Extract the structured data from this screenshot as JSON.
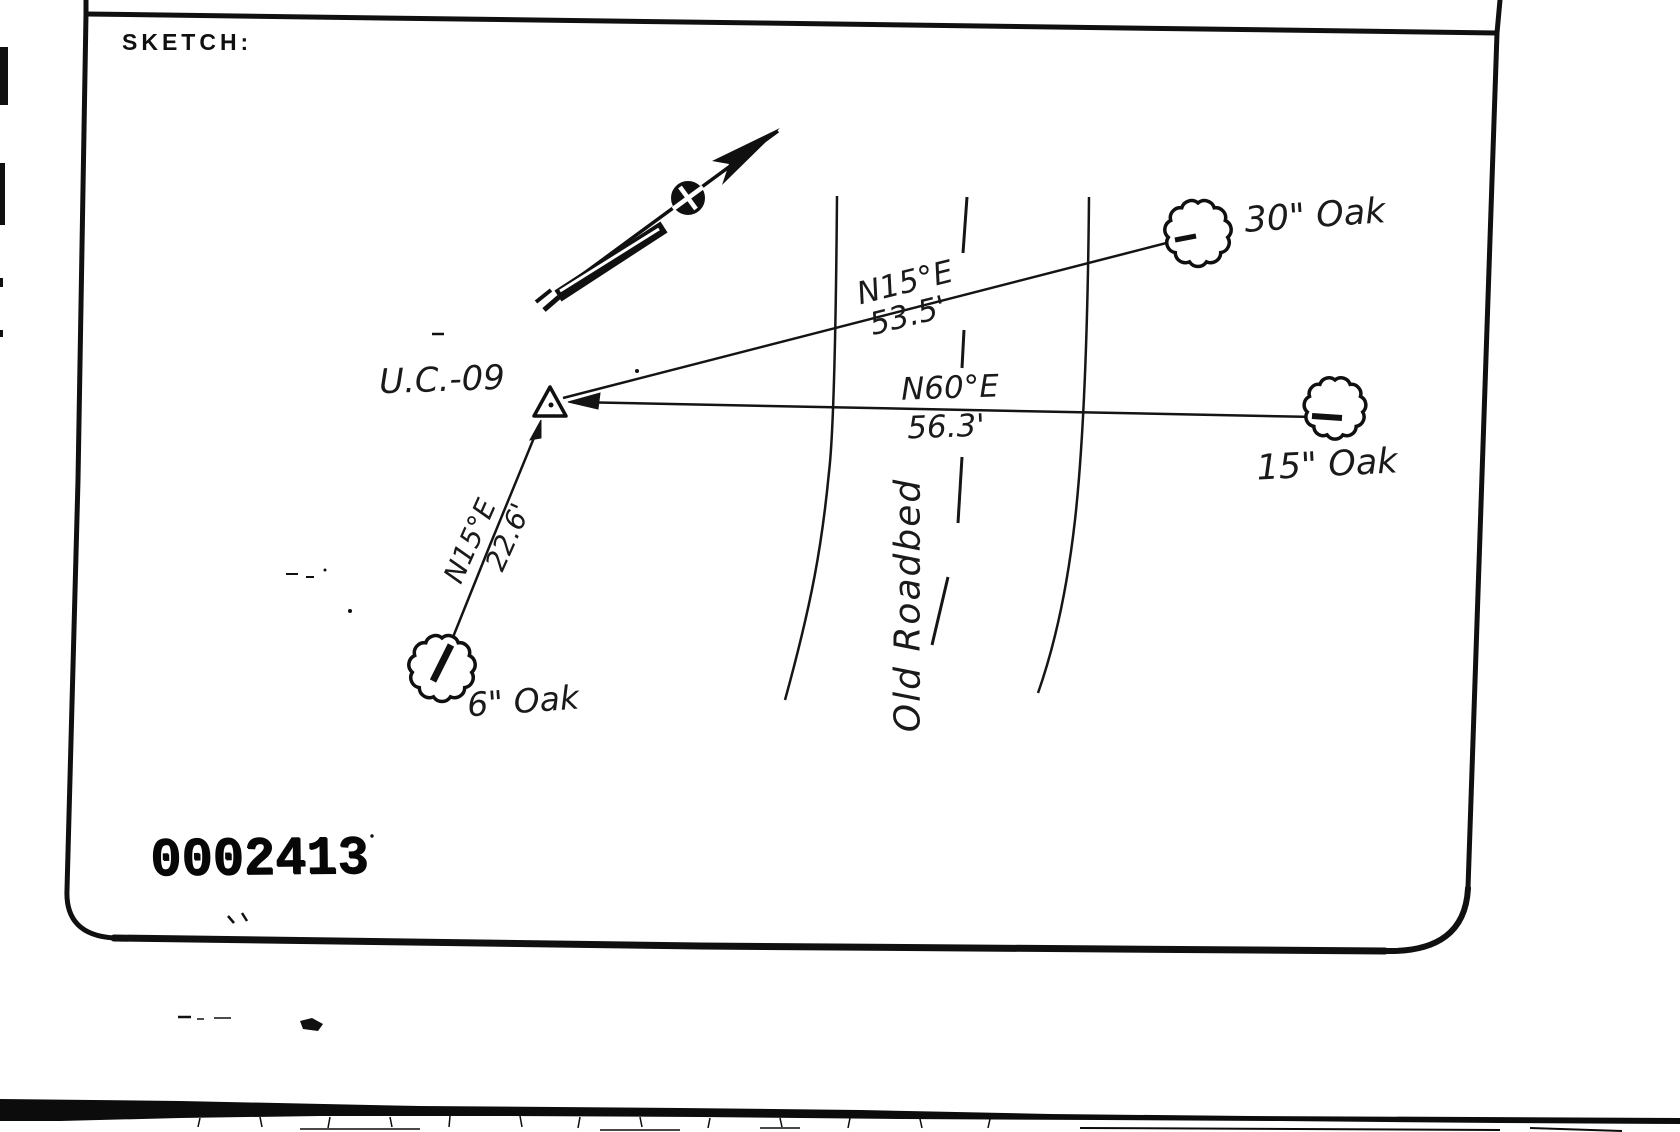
{
  "frame": {
    "title": "SKETCH:"
  },
  "sketch": {
    "station": {
      "name": "U.C.-09"
    },
    "lines": [
      {
        "to": "30\" Oak",
        "bearing": "N15°E",
        "distance": "53.5'"
      },
      {
        "to": "15\" Oak",
        "bearing": "N60°E",
        "distance": "56.3'"
      },
      {
        "to": "6\" Oak",
        "bearing": "N15°E",
        "distance": "22.6'"
      }
    ],
    "trees": [
      {
        "label": "30\" Oak"
      },
      {
        "label": "15\" Oak"
      },
      {
        "label": "6\" Oak"
      }
    ],
    "road": {
      "label": "Old Roadbed"
    }
  },
  "stamp": {
    "number": "0002413"
  },
  "colors": {
    "ink": "#111111",
    "paper": "#ffffff"
  }
}
